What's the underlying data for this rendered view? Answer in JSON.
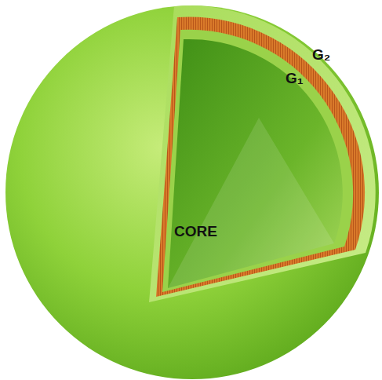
{
  "diagram": {
    "labels": [
      "G₂",
      "G₁",
      "CORE"
    ]
  }
}
